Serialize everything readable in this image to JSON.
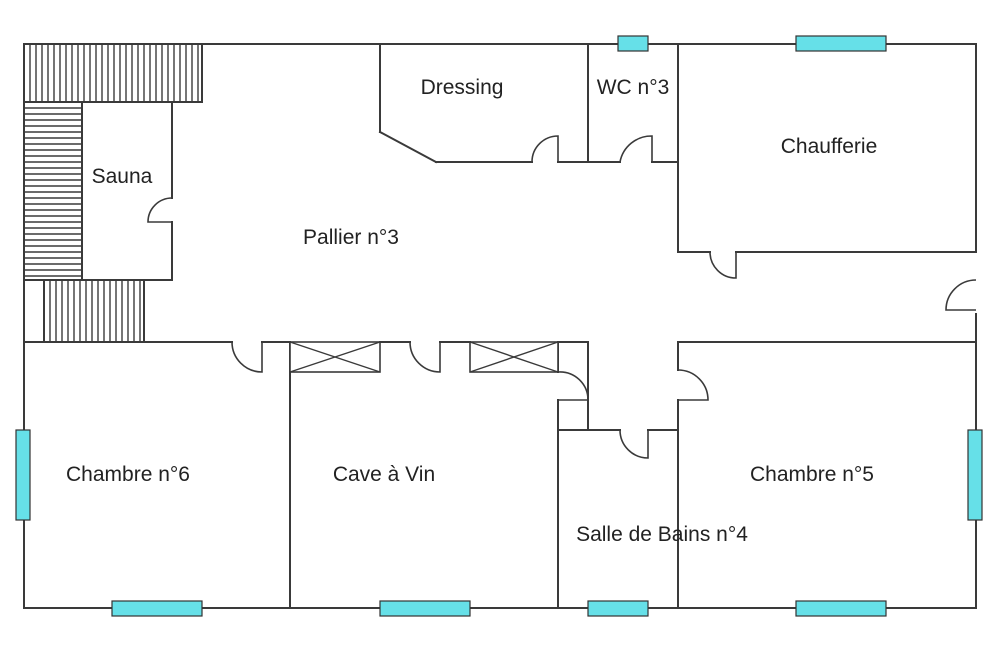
{
  "colors": {
    "wall": "#3a3a3a",
    "window": "#66e0e8",
    "background": "#ffffff",
    "text": "#222222"
  },
  "rooms": {
    "dressing": "Dressing",
    "wc3": "WC n°3",
    "chaufferie": "Chaufferie",
    "sauna": "Sauna",
    "pallier3": "Pallier n°3",
    "chambre6": "Chambre n°6",
    "cave": "Cave à Vin",
    "chambre5": "Chambre n°5",
    "salle4": "Salle de Bains n°4"
  },
  "icons": {
    "stairs": "stairs-icon",
    "window": "window-icon",
    "door": "door-icon",
    "cabinet": "cabinet-icon"
  }
}
